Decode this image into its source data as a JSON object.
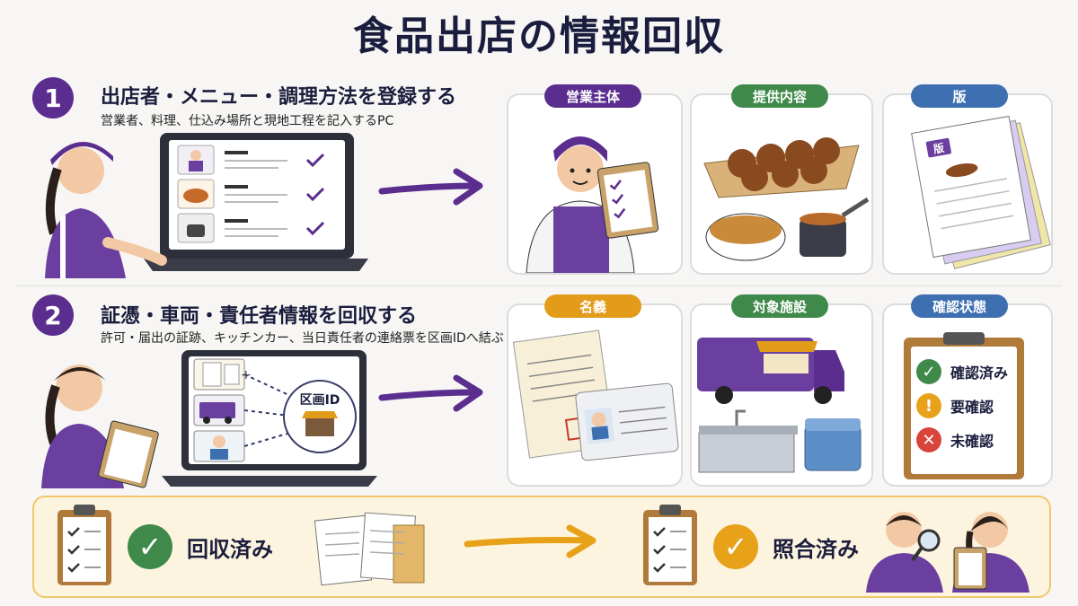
{
  "title": "食品出店の情報回収",
  "step1": {
    "number": "1",
    "heading": "出店者・メニュー・調理方法を登録する",
    "description": "営業者、料理、仕込み場所と現地工程を記入するPC"
  },
  "step2": {
    "number": "2",
    "heading": "証憑・車両・責任者情報を回収する",
    "description": "許可・届出の証跡、キッチンカー、当日責任者の連絡票を区画IDへ結ぶ",
    "zone_label": "区画ID"
  },
  "cards_row1": [
    {
      "label": "営業主体",
      "color": "#5b2d8e"
    },
    {
      "label": "提供内容",
      "color": "#3f8a4a"
    },
    {
      "label": "版",
      "color": "#3e6fb0",
      "doc_tag": "版"
    }
  ],
  "cards_row2": [
    {
      "label": "名義",
      "color": "#e39b1a"
    },
    {
      "label": "対象施設",
      "color": "#3f8a4a"
    },
    {
      "label": "確認状態",
      "color": "#3e6fb0"
    }
  ],
  "check_states": [
    {
      "label": "確認済み",
      "color": "#3f8a4a",
      "icon": "check-icon"
    },
    {
      "label": "要確認",
      "color": "#e8a21a",
      "icon": "exclamation-icon"
    },
    {
      "label": "未確認",
      "color": "#d9443a",
      "icon": "cross-icon"
    }
  ],
  "bottom": {
    "collected_label": "回収済み",
    "collected_color": "#3f8a4a",
    "matched_label": "照合済み",
    "matched_color": "#e8a21a"
  }
}
